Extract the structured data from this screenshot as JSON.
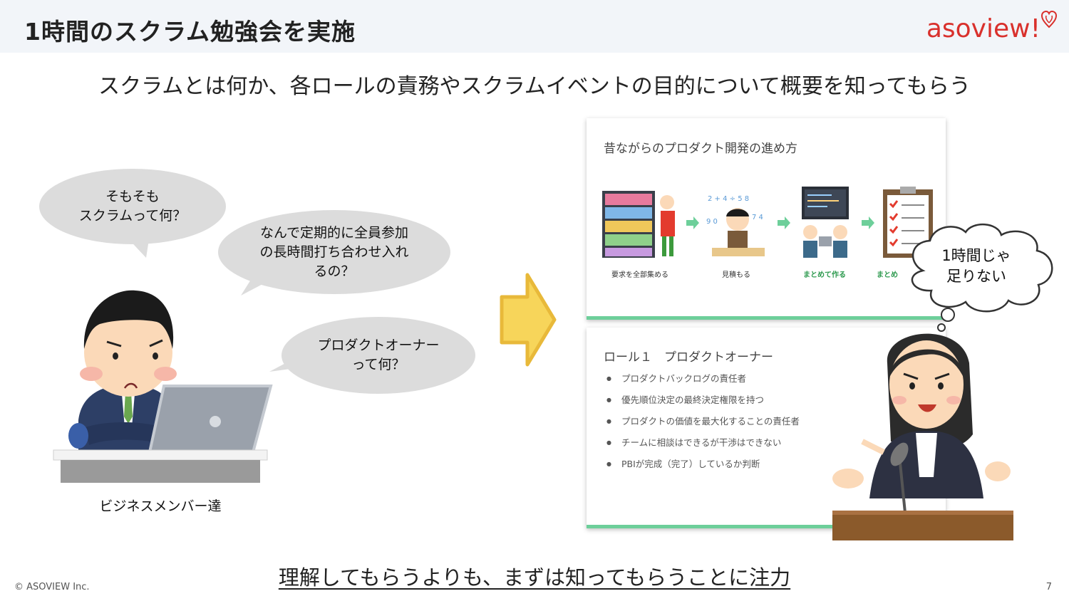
{
  "header": {
    "title": "1時間のスクラム勉強会を実施",
    "logo_text": "asoview!"
  },
  "subtitle": "スクラムとは何か、各ロールの責務やスクラムイベントの目的について概要を知ってもらう",
  "bubbles": [
    {
      "text": "そもそも\nスクラムって何？"
    },
    {
      "text": "なんで定期的に全員参加\nの長時間打ち合わせ入れ\nるの？"
    },
    {
      "text": "プロダクトオーナー\nって何？"
    }
  ],
  "caption": "ビジネスメンバー達",
  "slide1": {
    "title": "昔ながらのプロダクト開発の進め方",
    "steps": [
      "要求を全部集める",
      "見積もる",
      "まとめて作る",
      "まとめ"
    ]
  },
  "slide2": {
    "title": "ロール１　プロダクトオーナー",
    "items": [
      "プロダクトバックログの責任者",
      "優先順位決定の最終決定権限を持つ",
      "プロダクトの価値を最大化することの責任者",
      "チームに相談はできるが干渉はできない",
      "PBIが完成（完了）しているか判断"
    ]
  },
  "thought": "1時間じゃ\n足りない",
  "bottom_message": "理解してもらうよりも、まずは知ってもらうことに注力",
  "footer": {
    "copyright": "© ASOVIEW Inc.",
    "page": "7"
  },
  "colors": {
    "brand_red": "#d9302c",
    "accent_green": "#6dcf9a",
    "arrow_yellow": "#f7d55a",
    "bubble_gray": "#dcdcdc"
  }
}
